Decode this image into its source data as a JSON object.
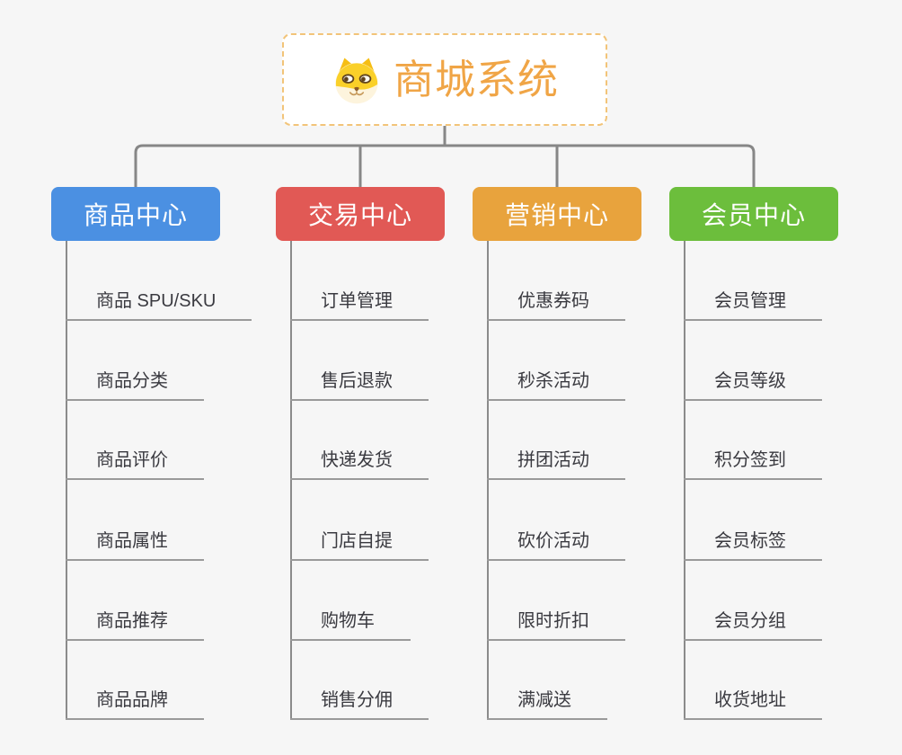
{
  "root": {
    "title": "商城系统",
    "icon": "dog-face-icon",
    "accent_color": "#f0a546",
    "border_color": "#f2c479"
  },
  "branches": [
    {
      "label": "商品中心",
      "color": "#4b90e2",
      "children": [
        "商品 SPU/SKU",
        "商品分类",
        "商品评价",
        "商品属性",
        "商品推荐",
        "商品品牌"
      ]
    },
    {
      "label": "交易中心",
      "color": "#e15955",
      "children": [
        "订单管理",
        "售后退款",
        "快递发货",
        "门店自提",
        "购物车",
        "销售分佣"
      ]
    },
    {
      "label": "营销中心",
      "color": "#e8a33d",
      "children": [
        "优惠券码",
        "秒杀活动",
        "拼团活动",
        "砍价活动",
        "限时折扣",
        "满减送"
      ]
    },
    {
      "label": "会员中心",
      "color": "#6cbe3c",
      "children": [
        "会员管理",
        "会员等级",
        "积分签到",
        "会员标签",
        "会员分组",
        "收货地址"
      ]
    }
  ],
  "connector_color": "#878787"
}
